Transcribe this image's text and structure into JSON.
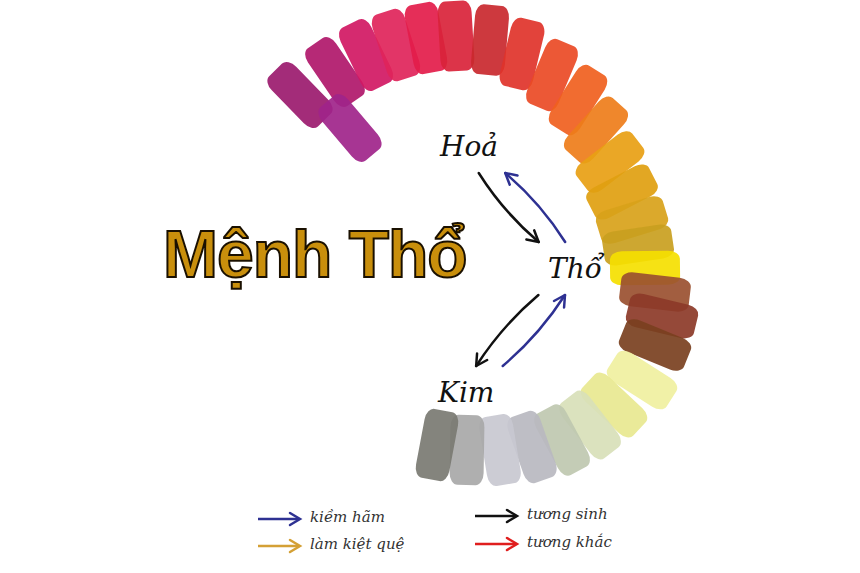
{
  "diagram": {
    "title": "Mệnh Thổ",
    "nodes": [
      {
        "text": [
          "Hoả"
        ]
      },
      {
        "text": [
          "Thổ"
        ]
      },
      {
        "text": [
          "Kim"
        ]
      }
    ],
    "edges": [
      {
        "from": 0,
        "to": 1,
        "arrow": "to"
      },
      {
        "from": 1,
        "to": 0,
        "arrow": "to"
      },
      {
        "from": 1,
        "to": 2,
        "arrow": "to"
      },
      {
        "from": 2,
        "to": 1,
        "arrow": "to"
      }
    ],
    "legend": [
      {
        "text": "kiềm hãm"
      },
      {
        "text": "làm kiệt quệ"
      },
      {
        "text": "tương sinh"
      },
      {
        "text": "tương khắc"
      }
    ]
  }
}
